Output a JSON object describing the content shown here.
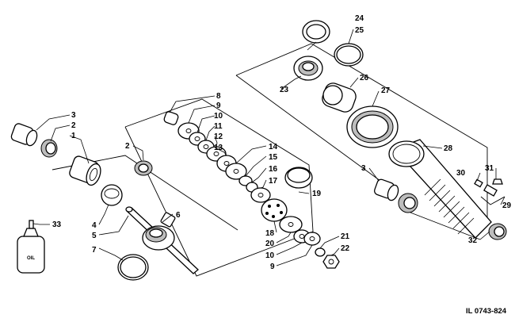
{
  "diagram": {
    "caption": "IL 0743-824",
    "oil_bottle_label": "OIL",
    "callouts": {
      "c1": "1",
      "c2a": "2",
      "c2b": "2",
      "c3a": "3",
      "c3b": "3",
      "c4": "4",
      "c5": "5",
      "c6": "6",
      "c7": "7",
      "c8": "8",
      "c9a": "9",
      "c9b": "9",
      "c10a": "10",
      "c10b": "10",
      "c11": "11",
      "c12": "12",
      "c13": "13",
      "c14": "14",
      "c15": "15",
      "c16": "16",
      "c17": "17",
      "c18": "18",
      "c19": "19",
      "c20": "20",
      "c21": "21",
      "c22": "22",
      "c23": "23",
      "c24": "24",
      "c25": "25",
      "c26": "26",
      "c27": "27",
      "c28": "28",
      "c29": "29",
      "c30": "30",
      "c31": "31",
      "c32": "32",
      "c33": "33"
    }
  }
}
